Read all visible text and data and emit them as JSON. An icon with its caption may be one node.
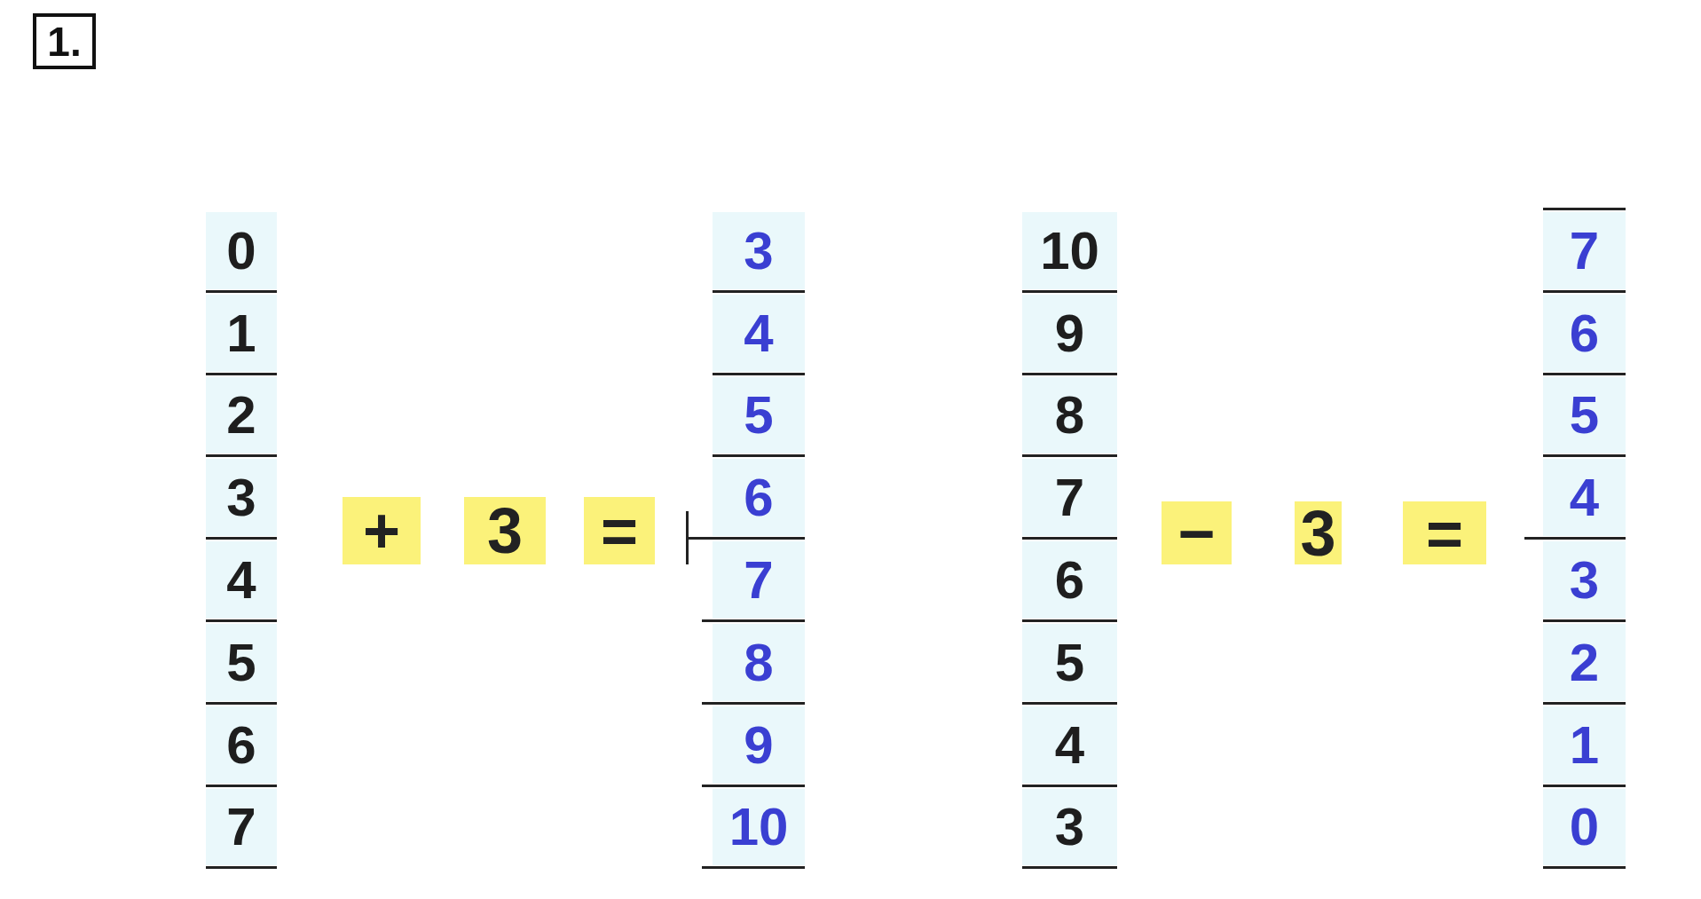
{
  "diagram": {
    "title": "1.",
    "nodes": [
      {
        "text": [
          "+"
        ]
      },
      {
        "text": [
          "3"
        ]
      },
      {
        "text": [
          "="
        ]
      },
      {
        "text": [
          "−"
        ]
      },
      {
        "text": [
          "3"
        ]
      },
      {
        "text": [
          "="
        ]
      }
    ],
    "labels": [
      "0",
      "1",
      "2",
      "3",
      "4",
      "5",
      "6",
      "7",
      "3",
      "4",
      "5",
      "6",
      "7",
      "8",
      "9",
      "10",
      "10",
      "9",
      "8",
      "7",
      "6",
      "5",
      "4",
      "3",
      "7",
      "6",
      "5",
      "4",
      "3",
      "2",
      "1",
      "0"
    ]
  }
}
